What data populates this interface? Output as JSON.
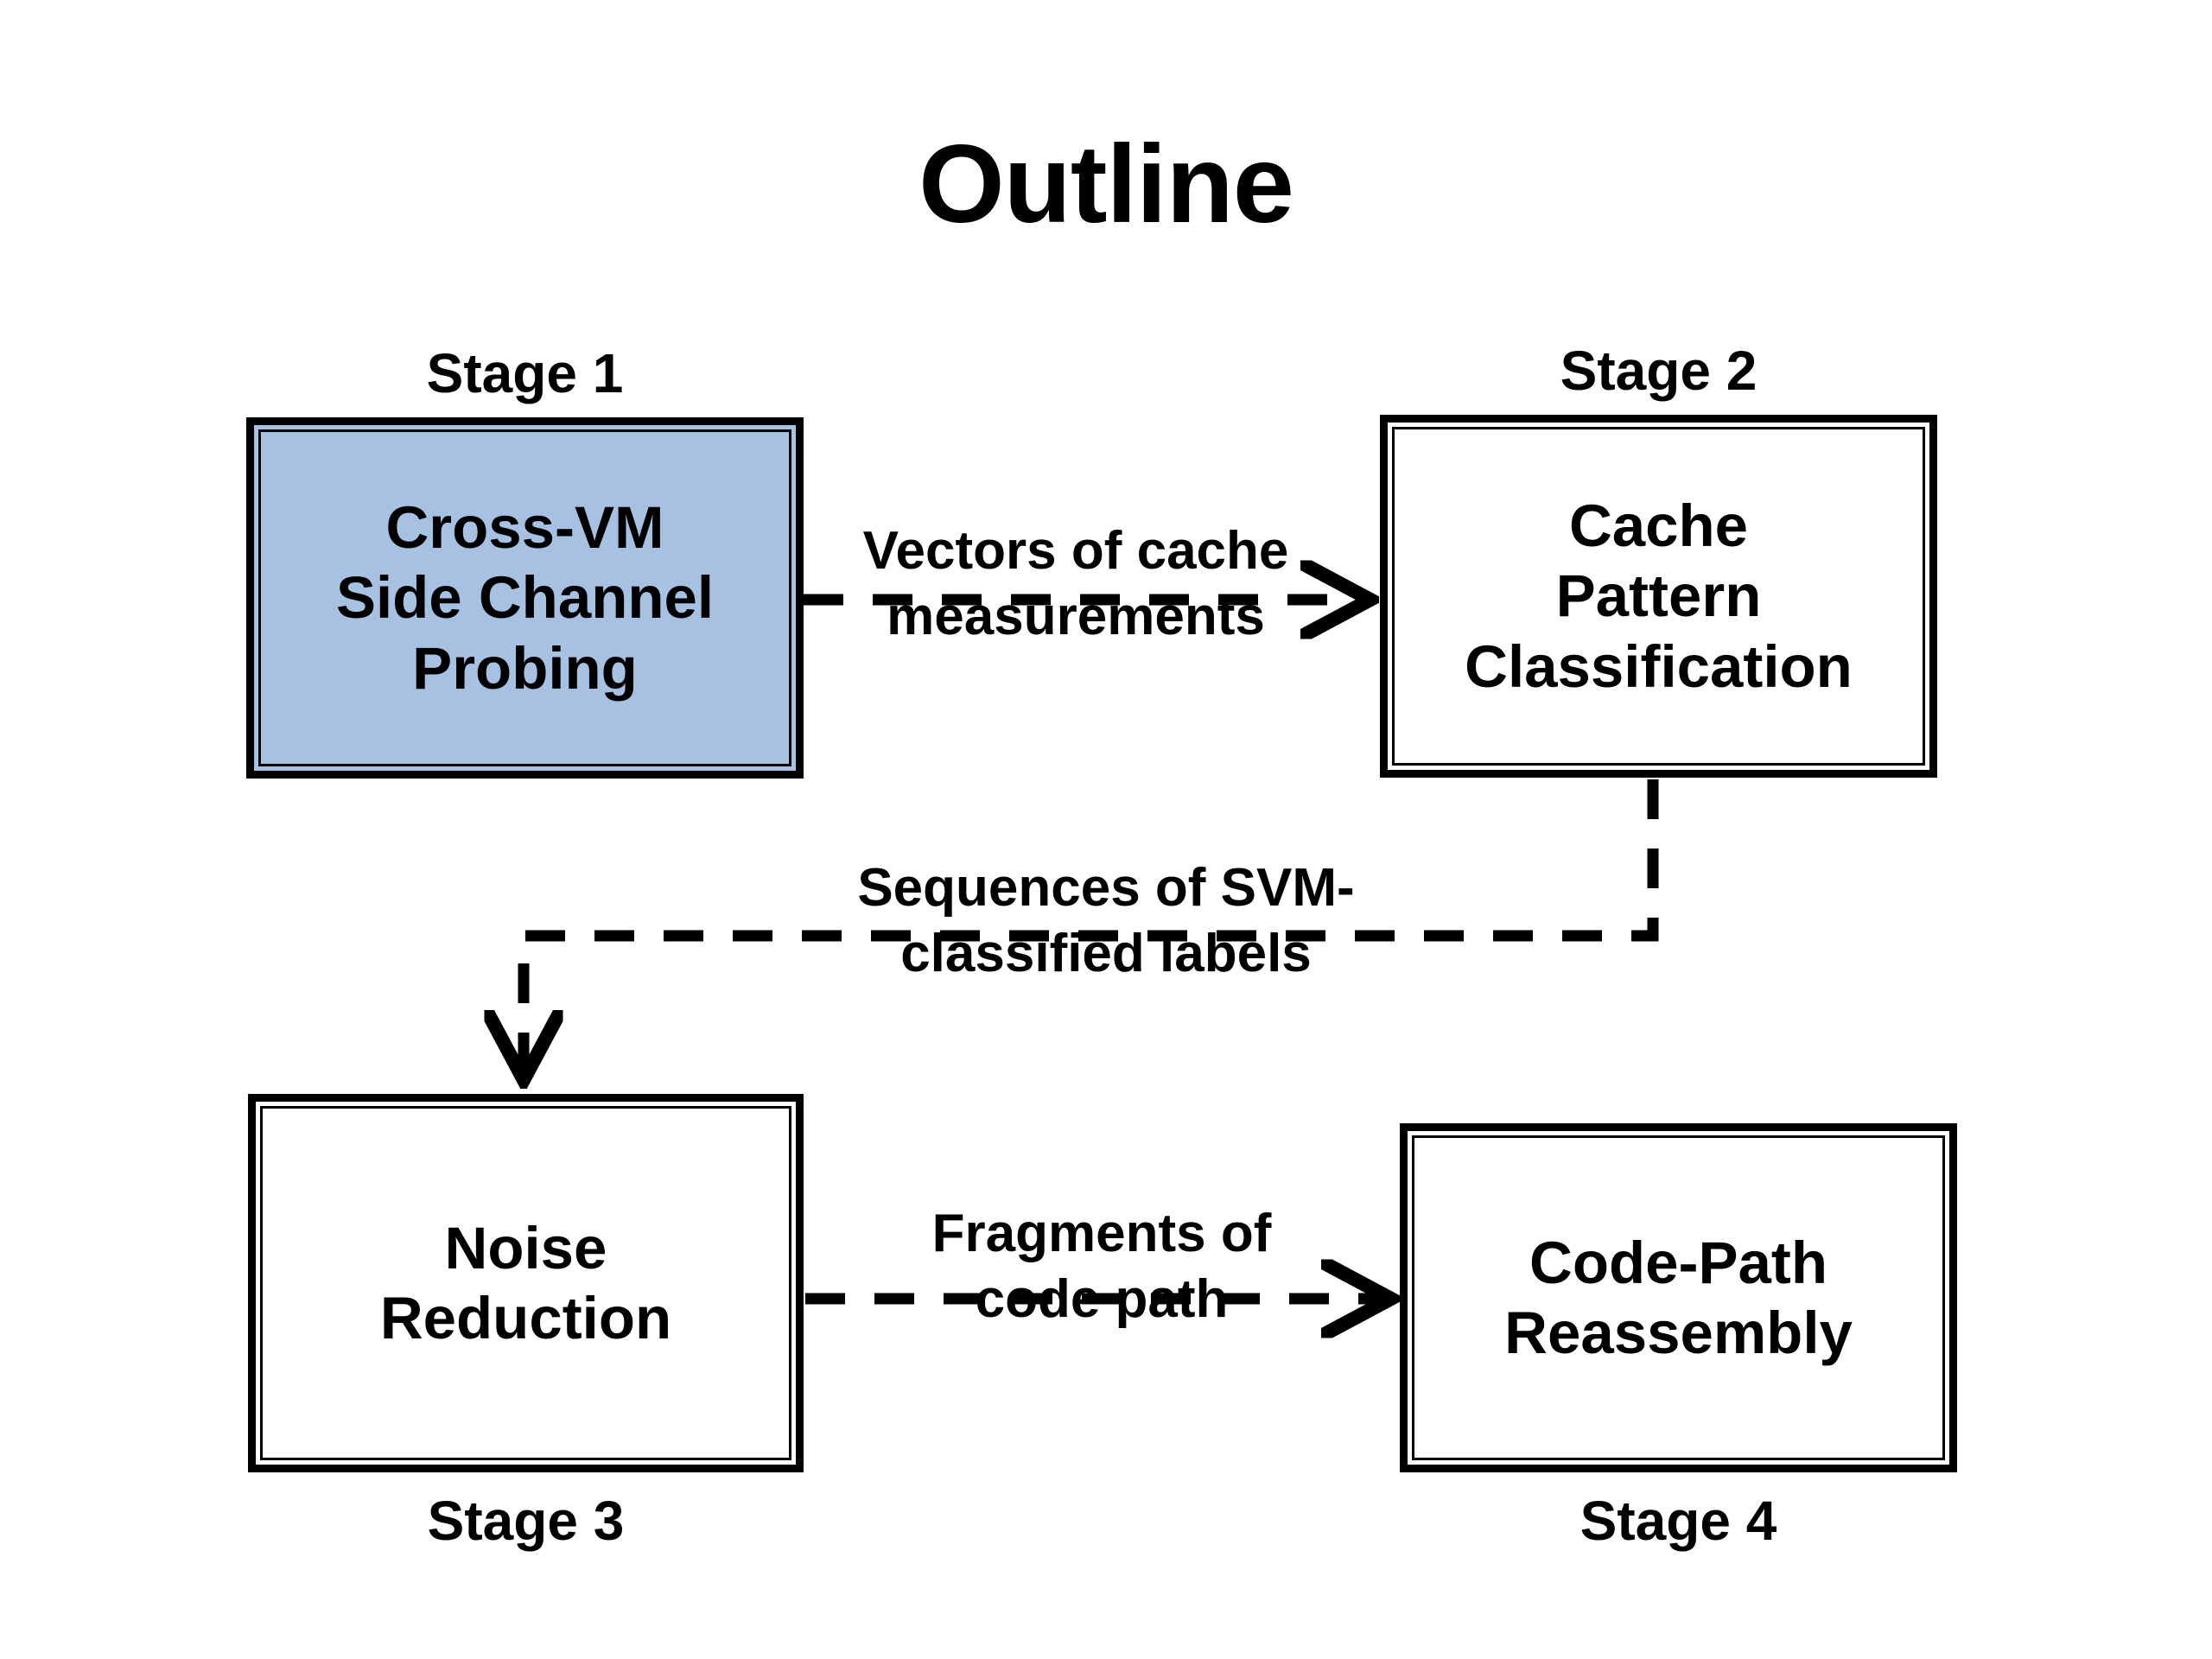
{
  "page": {
    "title": "Outline",
    "background_color": "#FFFFFF",
    "ink_color": "#000000",
    "highlight_fill": "#A7C1E3"
  },
  "stages": [
    {
      "id": "stage1",
      "caption": "Stage 1",
      "label": "Cross-VM\nSide Channel\nProbing",
      "highlighted": true,
      "caption_position": "above"
    },
    {
      "id": "stage2",
      "caption": "Stage 2",
      "label": "Cache\nPattern\nClassification",
      "highlighted": false,
      "caption_position": "above"
    },
    {
      "id": "stage3",
      "caption": "Stage 3",
      "label": "Noise\nReduction",
      "highlighted": false,
      "caption_position": "below"
    },
    {
      "id": "stage4",
      "caption": "Stage 4",
      "label": "Code-Path\nReassembly",
      "highlighted": false,
      "caption_position": "below"
    }
  ],
  "edges": [
    {
      "id": "edge1",
      "from": "stage1",
      "to": "stage2",
      "label": "Vectors of cache\nmeasurements",
      "style": "dashed",
      "arrow": "right"
    },
    {
      "id": "edge2",
      "from": "stage2",
      "to": "stage3",
      "label": "Sequences of SVM-\nclassified labels",
      "style": "dashed",
      "arrow": "down"
    },
    {
      "id": "edge3",
      "from": "stage3",
      "to": "stage4",
      "label": "Fragments of\ncode path",
      "style": "dashed",
      "arrow": "right"
    }
  ]
}
